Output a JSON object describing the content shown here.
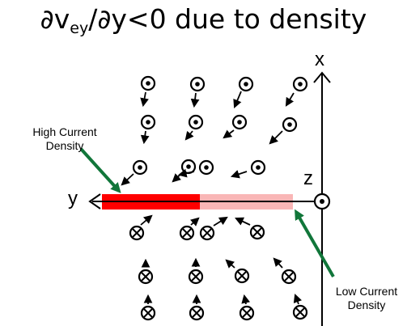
{
  "title": {
    "prefix": "∂v",
    "subscript": "ey",
    "suffix": "/∂y<0 due to density"
  },
  "axes": {
    "x_label": "x",
    "y_label": "y",
    "z_label": "z"
  },
  "annotations": {
    "high_line1": "High Current",
    "high_line2": "Density",
    "low_line1": "Low Current",
    "low_line2": "Density"
  },
  "colors": {
    "high_current": "#ff0000",
    "low_current": "#f9b6b6",
    "annotation_arrow": "#11763a",
    "ink": "#000000"
  },
  "symbols": {
    "out_of_page": "dot-in-circle",
    "into_page": "cross-in-circle"
  }
}
